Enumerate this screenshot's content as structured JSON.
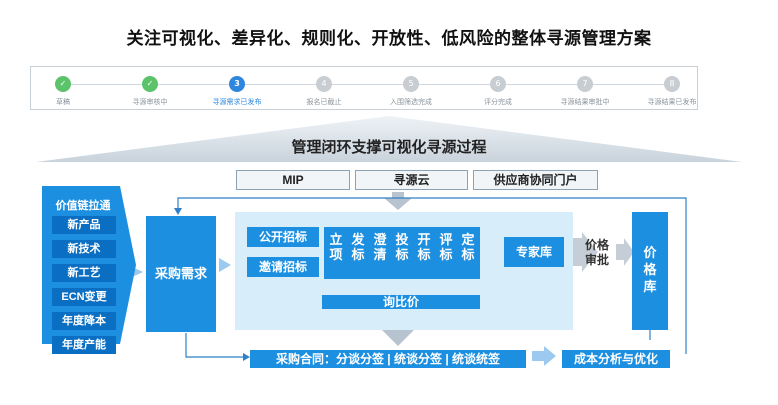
{
  "title": "关注可视化、差异化、规则化、开放性、低风险的整体寻源管理方案",
  "steps": [
    {
      "num": "✓",
      "label": "草稿",
      "state": "done"
    },
    {
      "num": "✓",
      "label": "寻源审核中",
      "state": "done"
    },
    {
      "num": "3",
      "label": "寻源需求已发布",
      "state": "active"
    },
    {
      "num": "4",
      "label": "报名已截止",
      "state": "todo"
    },
    {
      "num": "5",
      "label": "入围筛选完成",
      "state": "todo"
    },
    {
      "num": "6",
      "label": "评分完成",
      "state": "todo"
    },
    {
      "num": "7",
      "label": "寻源结果审批中",
      "state": "todo"
    },
    {
      "num": "8",
      "label": "寻源结果已发布",
      "state": "todo"
    }
  ],
  "roof": "管理闭环支撑可视化寻源过程",
  "systems": [
    "MIP",
    "寻源云",
    "供应商协同门户"
  ],
  "value_chain": {
    "title": "价值链拉通",
    "items": [
      "新产品",
      "新技术",
      "新工艺",
      "ECN变更",
      "年度降本",
      "年度产能"
    ]
  },
  "procurement_demand": "采购需求",
  "bid_types": [
    "公开招标",
    "邀请招标"
  ],
  "process": [
    "立项",
    "发标",
    "澄清",
    "投标",
    "开标",
    "评标",
    "定标"
  ],
  "inquiry": "询比价",
  "expert_pool": "专家库",
  "price_approval": "价格审批",
  "price_library": "价格库",
  "contract": "采购合同：分谈分签 | 统谈分签 | 统谈统签",
  "cost_analysis": "成本分析与优化",
  "colors": {
    "primary": "#1d8fe0",
    "dark": "#0a6fc2",
    "light_panel": "#d7eefa",
    "done": "#5cc36a",
    "active": "#2e86de"
  }
}
